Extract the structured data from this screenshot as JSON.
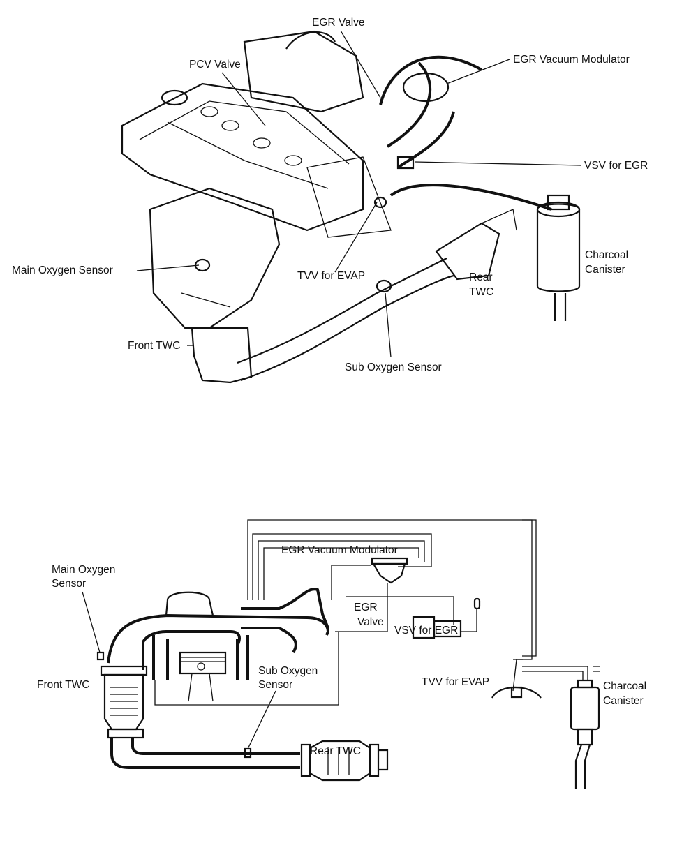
{
  "top": {
    "egr_valve": "EGR Valve",
    "pcv_valve": "PCV Valve",
    "egr_vacuum_modulator": "EGR Vacuum Modulator",
    "vsv_for_egr": "VSV for EGR",
    "charcoal_canister": [
      "Charcoal",
      "Canister"
    ],
    "tvv_for_evap": "TVV for EVAP",
    "main_oxygen_sensor": "Main Oxygen Sensor",
    "rear_twc": [
      "Rear",
      "TWC"
    ],
    "front_twc": "Front TWC",
    "sub_oxygen_sensor": "Sub Oxygen Sensor"
  },
  "bottom": {
    "egr_vacuum_modulator": "EGR Vacuum Modulator",
    "main_oxygen_sensor": [
      "Main Oxygen",
      "Sensor"
    ],
    "egr_valve": [
      "EGR",
      "Valve"
    ],
    "vsv_for_egr": "VSV for EGR",
    "tvv_for_evap": "TVV for EVAP",
    "front_twc": "Front TWC",
    "sub_oxygen_sensor": [
      "Sub Oxygen",
      "Sensor"
    ],
    "charcoal_canister": [
      "Charcoal",
      "Canister"
    ],
    "rear_twc": "Rear TWC"
  }
}
